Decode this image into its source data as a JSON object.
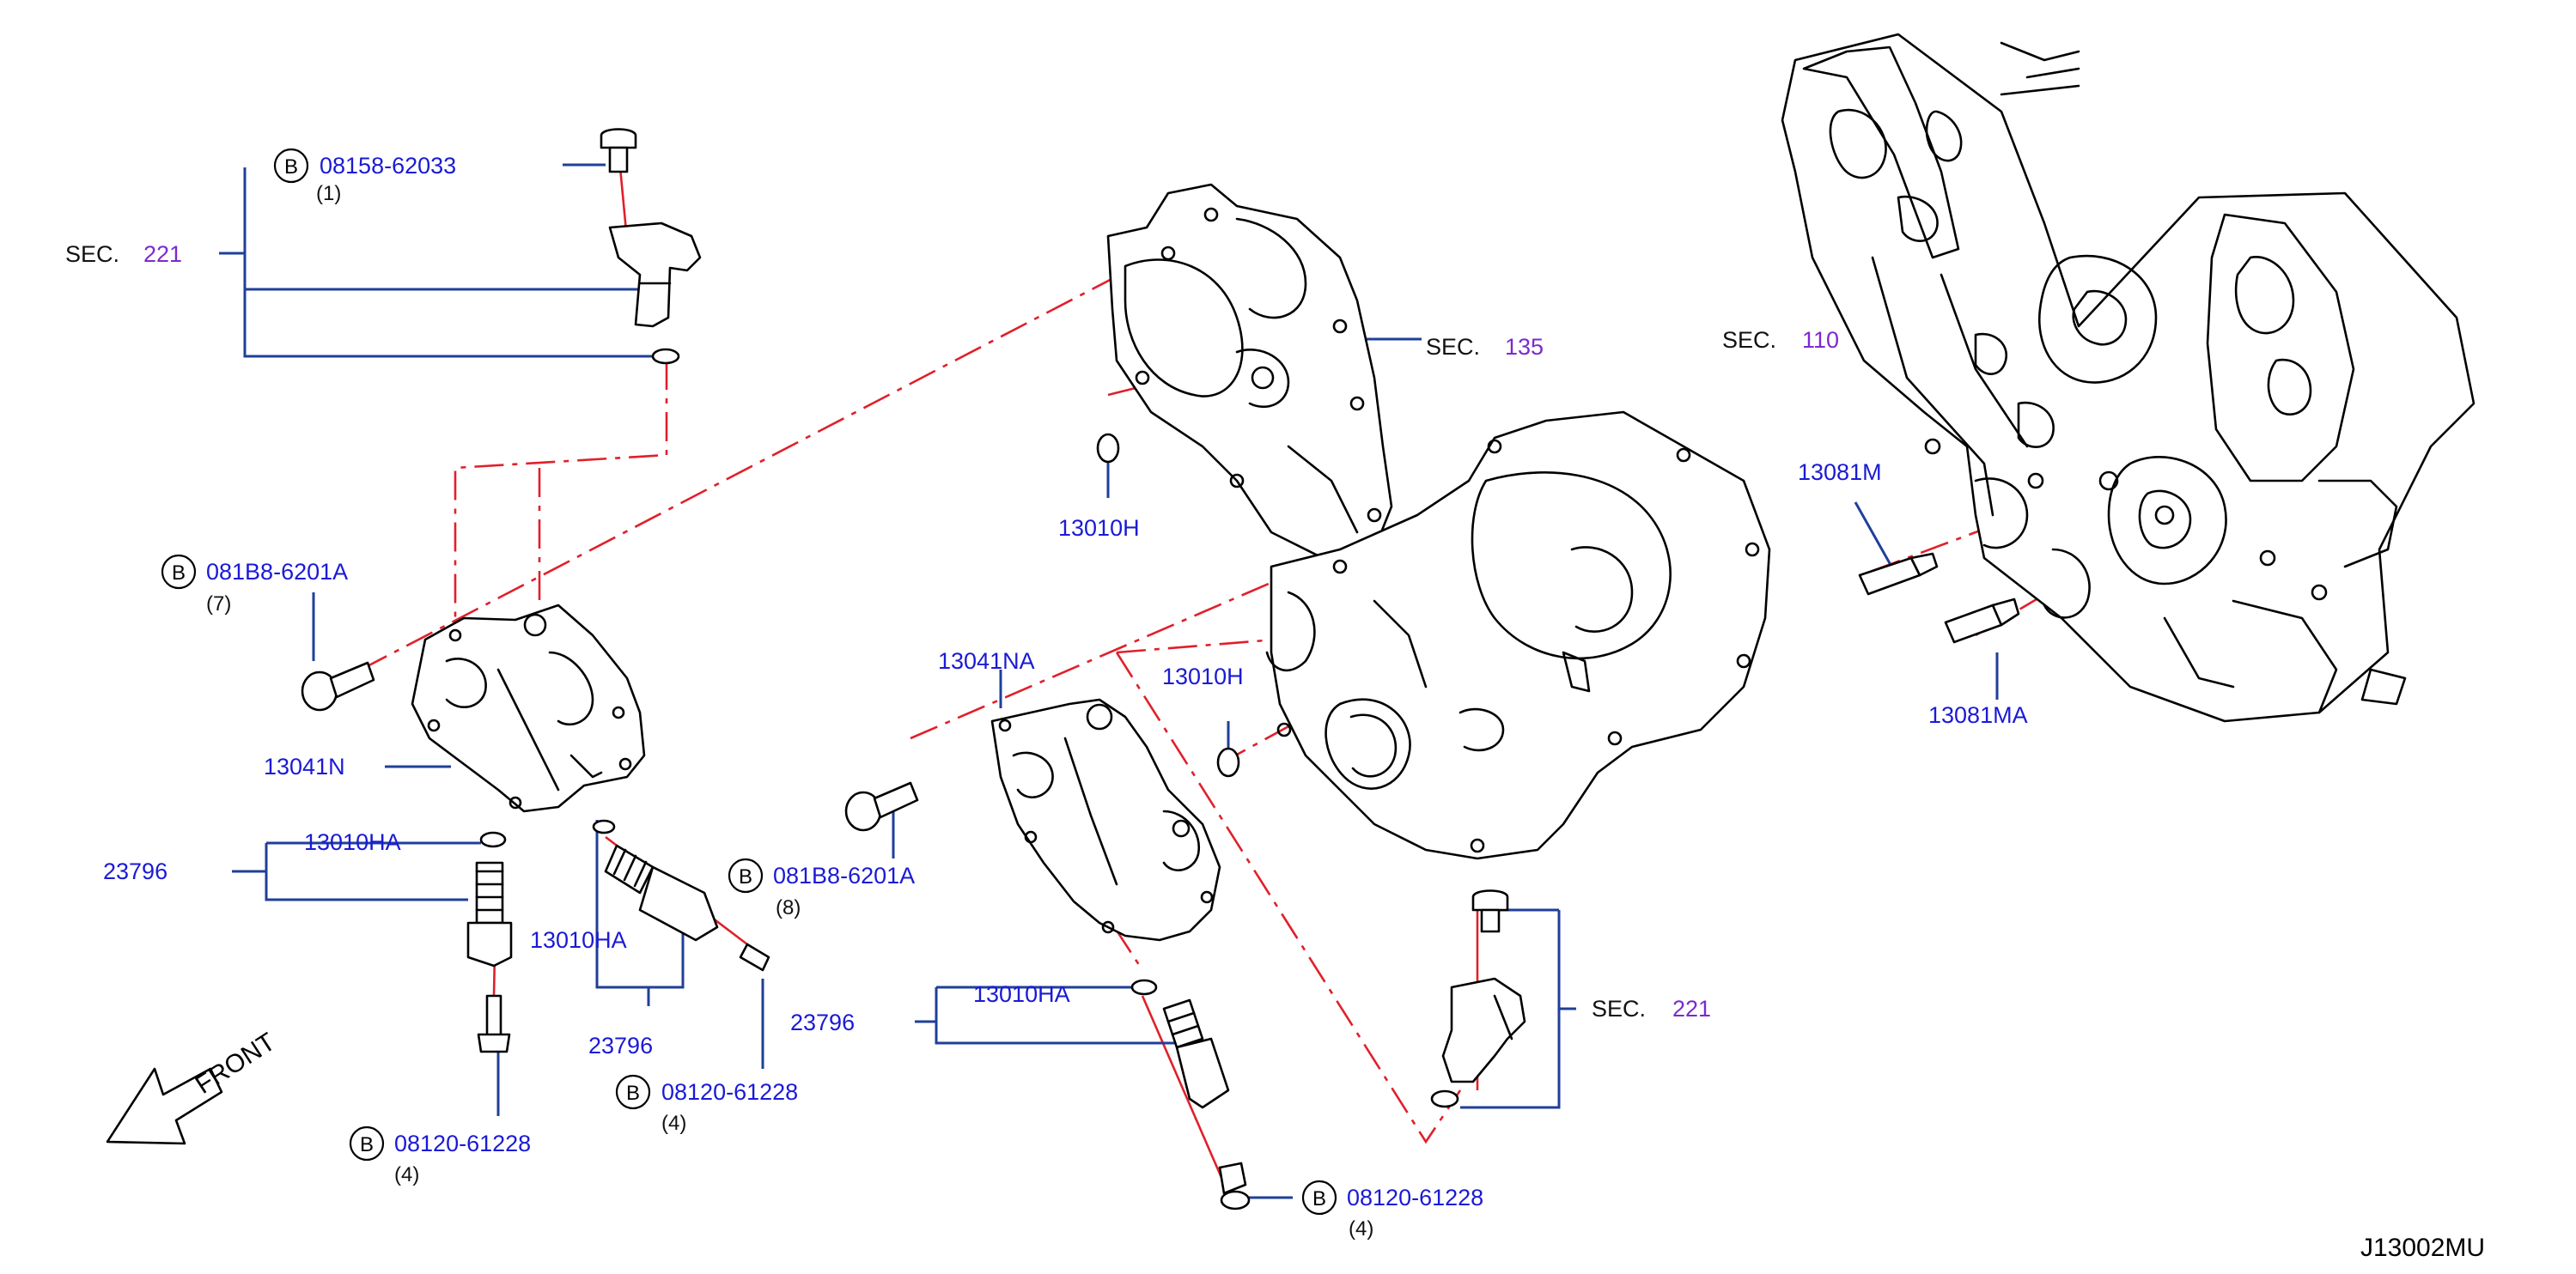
{
  "diagram_code": "J13002MU",
  "front_label": "FRONT",
  "colors": {
    "part_number": "#1a1ad6",
    "section_number": "#7a2ad0",
    "leader": "#1f3f9a",
    "phantom_line": "#e0202a"
  },
  "sections": [
    {
      "prefix": "SEC.",
      "number": "221"
    },
    {
      "prefix": "SEC.",
      "number": "135"
    },
    {
      "prefix": "SEC.",
      "number": "110"
    },
    {
      "prefix": "SEC.",
      "number": "221"
    }
  ],
  "bolt_callouts": [
    {
      "badge": "B",
      "part": "08158-62033",
      "qty": "(1)"
    },
    {
      "badge": "B",
      "part": "081B8-6201A",
      "qty": "(7)"
    },
    {
      "badge": "B",
      "part": "081B8-6201A",
      "qty": "(8)"
    },
    {
      "badge": "B",
      "part": "08120-61228",
      "qty": "(4)"
    },
    {
      "badge": "B",
      "part": "08120-61228",
      "qty": "(4)"
    },
    {
      "badge": "B",
      "part": "08120-61228",
      "qty": "(4)"
    }
  ],
  "parts": {
    "p13041N": "13041N",
    "p13041NA": "13041NA",
    "p13010HA_1": "13010HA",
    "p13010HA_2": "13010HA",
    "p13010HA_3": "13010HA",
    "p23796_1": "23796",
    "p23796_2": "23796",
    "p23796_3": "23796",
    "p13010H_1": "13010H",
    "p13010H_2": "13010H",
    "p13081M": "13081M",
    "p13081MA": "13081MA"
  }
}
